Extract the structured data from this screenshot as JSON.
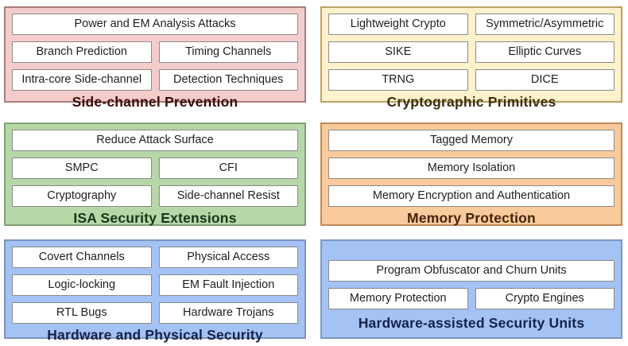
{
  "figure": {
    "background": "#ffffff",
    "description_title": "Hardware security topics block diagram"
  },
  "panels": [
    {
      "id": "side-channel-prevention",
      "title": "Side-channel Prevention",
      "colors": {
        "bg": "#f4cccc",
        "border": "#a97c7c",
        "title_color": "#3a0c0c"
      },
      "rows": [
        {
          "cells": [
            {
              "label": "Power and EM Analysis Attacks"
            }
          ]
        },
        {
          "cells": [
            {
              "label": "Branch Prediction"
            },
            {
              "label": "Timing Channels"
            }
          ]
        },
        {
          "cells": [
            {
              "label": "Intra-core Side-channel"
            },
            {
              "label": "Detection Techniques"
            }
          ]
        }
      ]
    },
    {
      "id": "cryptographic-primitives",
      "title": "Cryptographic Primitives",
      "colors": {
        "bg": "#fff2cc",
        "border": "#bba264",
        "title_color": "#3f2e0e"
      },
      "rows": [
        {
          "cells": [
            {
              "label": "Lightweight Crypto"
            },
            {
              "label": "Symmetric/Asymmetric"
            }
          ]
        },
        {
          "cells": [
            {
              "label": "SIKE"
            },
            {
              "label": "Elliptic Curves"
            }
          ]
        },
        {
          "cells": [
            {
              "label": "TRNG"
            },
            {
              "label": "DICE"
            }
          ]
        }
      ]
    },
    {
      "id": "isa-security-extensions",
      "title": "ISA Security Extensions",
      "colors": {
        "bg": "#b6d7a8",
        "border": "#7fa271",
        "title_color": "#17351a"
      },
      "rows": [
        {
          "cells": [
            {
              "label": "Reduce Attack Surface"
            }
          ]
        },
        {
          "cells": [
            {
              "label": "SMPC"
            },
            {
              "label": "CFI"
            }
          ]
        },
        {
          "cells": [
            {
              "label": "Cryptography"
            },
            {
              "label": "Side-channel Resist"
            }
          ]
        }
      ]
    },
    {
      "id": "memory-protection",
      "title": "Memory Protection",
      "colors": {
        "bg": "#f9cb9c",
        "border": "#bd8a55",
        "title_color": "#44230a"
      },
      "rows": [
        {
          "cells": [
            {
              "label": "Tagged Memory"
            }
          ]
        },
        {
          "cells": [
            {
              "label": "Memory Isolation"
            }
          ]
        },
        {
          "cells": [
            {
              "label": "Memory Encryption and Authentication"
            }
          ]
        }
      ]
    },
    {
      "id": "hardware-and-physical-security",
      "title": "Hardware and Physical Security",
      "colors": {
        "bg": "#a4c2f4",
        "border": "#7e96bd",
        "title_color": "#14224a"
      },
      "rows": [
        {
          "cells": [
            {
              "label": "Covert Channels"
            },
            {
              "label": "Physical Access"
            }
          ]
        },
        {
          "cells": [
            {
              "label": "Logic-locking"
            },
            {
              "label": "EM Fault Injection"
            }
          ]
        },
        {
          "cells": [
            {
              "label": "RTL Bugs"
            },
            {
              "label": "Hardware Trojans"
            }
          ]
        }
      ]
    },
    {
      "id": "hardware-assisted-security-units",
      "title": "Hardware-assisted Security Units",
      "colors": {
        "bg": "#a4c2f4",
        "border": "#7e96bd",
        "title_color": "#14224a"
      },
      "rows": [
        {
          "cells": [
            {
              "label": "Program Obfuscator and Churn Units"
            }
          ]
        },
        {
          "cells": [
            {
              "label": "Memory Protection"
            },
            {
              "label": "Crypto Engines"
            }
          ]
        }
      ]
    }
  ]
}
